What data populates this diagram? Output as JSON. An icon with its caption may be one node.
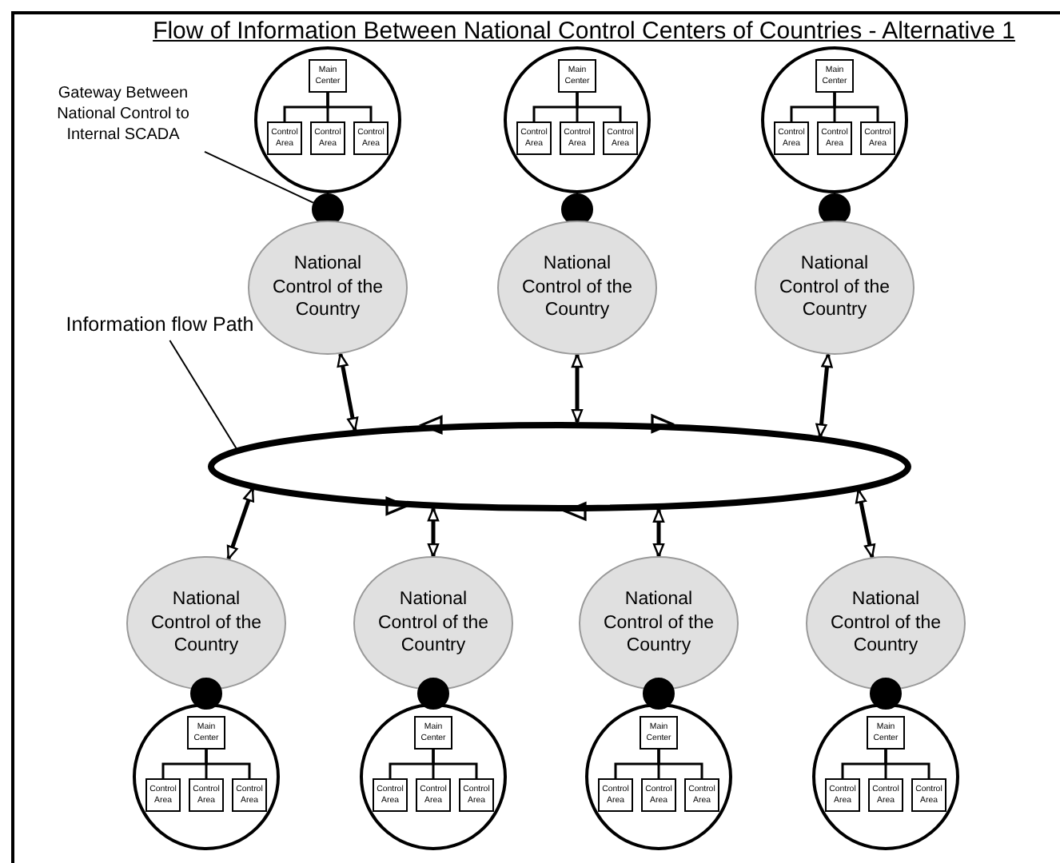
{
  "diagram": {
    "title": "Flow of Information Between National Control Centers of Countries - Alternative 1",
    "nodes": [
      {
        "text": [
          "Gateway Between National Control to Internal SCADA"
        ]
      },
      {
        "text": [],
        "shape": "circle"
      },
      {
        "text": [
          "Main Center"
        ],
        "in": 1
      },
      {
        "text": [
          "Control Area"
        ],
        "in": 1
      },
      {
        "text": [
          "Control Area"
        ],
        "in": 1
      },
      {
        "text": [
          "Control Area"
        ],
        "in": 1
      },
      {
        "text": [],
        "shape": "circle"
      },
      {
        "text": [
          "National Control of the Country"
        ]
      },
      {
        "text": [],
        "shape": "circle"
      },
      {
        "text": [
          "Main Center"
        ],
        "in": 8
      },
      {
        "text": [
          "Control Area"
        ],
        "in": 8
      },
      {
        "text": [
          "Control Area"
        ],
        "in": 8
      },
      {
        "text": [
          "Control Area"
        ],
        "in": 8
      },
      {
        "text": [],
        "shape": "circle"
      },
      {
        "text": [
          "National Control of the Country"
        ]
      },
      {
        "text": [],
        "shape": "circle"
      },
      {
        "text": [
          "Main Center"
        ],
        "in": 15
      },
      {
        "text": [
          "Control Area"
        ],
        "in": 15
      },
      {
        "text": [
          "Control Area"
        ],
        "in": 15
      },
      {
        "text": [
          "Control Area"
        ],
        "in": 15
      },
      {
        "text": [],
        "shape": "circle"
      },
      {
        "text": [
          "National Control of the Country"
        ]
      },
      {
        "text": [
          "Information flow Path"
        ]
      },
      {
        "text": [],
        "shape": "ellipse"
      },
      {
        "text": [
          "National Control of the Country"
        ]
      },
      {
        "text": [],
        "shape": "circle"
      },
      {
        "text": [],
        "shape": "circle"
      },
      {
        "text": [
          "Main Center"
        ],
        "in": 26
      },
      {
        "text": [
          "Control Area"
        ],
        "in": 26
      },
      {
        "text": [
          "Control Area"
        ],
        "in": 26
      },
      {
        "text": [
          "Control Area"
        ],
        "in": 26
      },
      {
        "text": [
          "National Control of the Country"
        ]
      },
      {
        "text": [],
        "shape": "circle"
      },
      {
        "text": [],
        "shape": "circle"
      },
      {
        "text": [
          "Main Center"
        ],
        "in": 33
      },
      {
        "text": [
          "Control Area"
        ],
        "in": 33
      },
      {
        "text": [
          "Control Area"
        ],
        "in": 33
      },
      {
        "text": [
          "Control Area"
        ],
        "in": 33
      },
      {
        "text": [
          "National Control of the Country"
        ]
      },
      {
        "text": [],
        "shape": "circle"
      },
      {
        "text": [],
        "shape": "circle"
      },
      {
        "text": [
          "Main Center"
        ],
        "in": 40
      },
      {
        "text": [
          "Control Area"
        ],
        "in": 40
      },
      {
        "text": [
          "Control Area"
        ],
        "in": 40
      },
      {
        "text": [
          "Control Area"
        ],
        "in": 40
      },
      {
        "text": [
          "National Control of the Country"
        ]
      },
      {
        "text": [],
        "shape": "circle"
      },
      {
        "text": [],
        "shape": "circle"
      },
      {
        "text": [
          "Main Center"
        ],
        "in": 47
      },
      {
        "text": [
          "Control Area"
        ],
        "in": 47
      },
      {
        "text": [
          "Control Area"
        ],
        "in": 47
      },
      {
        "text": [
          "Control Area"
        ],
        "in": 47
      }
    ],
    "edges": [
      {
        "from": 0,
        "to": 6,
        "arrow": "none"
      },
      {
        "from": 2,
        "to": 3,
        "arrow": "none"
      },
      {
        "from": 2,
        "to": 4,
        "arrow": "none"
      },
      {
        "from": 2,
        "to": 5,
        "arrow": "none"
      },
      {
        "from": 9,
        "to": 10,
        "arrow": "none"
      },
      {
        "from": 9,
        "to": 11,
        "arrow": "none"
      },
      {
        "from": 9,
        "to": 12,
        "arrow": "none"
      },
      {
        "from": 16,
        "to": 17,
        "arrow": "none"
      },
      {
        "from": 16,
        "to": 18,
        "arrow": "none"
      },
      {
        "from": 16,
        "to": 19,
        "arrow": "none"
      },
      {
        "from": 22,
        "to": 23,
        "arrow": "none"
      },
      {
        "from": 7,
        "to": 23,
        "arrow": "both"
      },
      {
        "from": 14,
        "to": 23,
        "arrow": "both"
      },
      {
        "from": 21,
        "to": 23,
        "arrow": "both"
      },
      {
        "from": 23,
        "to": 24,
        "arrow": "both"
      },
      {
        "from": 23,
        "to": 31,
        "arrow": "both"
      },
      {
        "from": 23,
        "to": 38,
        "arrow": "both"
      },
      {
        "from": 23,
        "to": 45,
        "arrow": "both"
      },
      {
        "from": 27,
        "to": 28,
        "arrow": "none"
      },
      {
        "from": 27,
        "to": 29,
        "arrow": "none"
      },
      {
        "from": 27,
        "to": 30,
        "arrow": "none"
      },
      {
        "from": 34,
        "to": 35,
        "arrow": "none"
      },
      {
        "from": 34,
        "to": 36,
        "arrow": "none"
      },
      {
        "from": 34,
        "to": 37,
        "arrow": "none"
      },
      {
        "from": 41,
        "to": 42,
        "arrow": "none"
      },
      {
        "from": 41,
        "to": 43,
        "arrow": "none"
      },
      {
        "from": 41,
        "to": 44,
        "arrow": "none"
      },
      {
        "from": 48,
        "to": 49,
        "arrow": "none"
      },
      {
        "from": 48,
        "to": 50,
        "arrow": "none"
      },
      {
        "from": 48,
        "to": 51,
        "arrow": "none"
      }
    ]
  }
}
